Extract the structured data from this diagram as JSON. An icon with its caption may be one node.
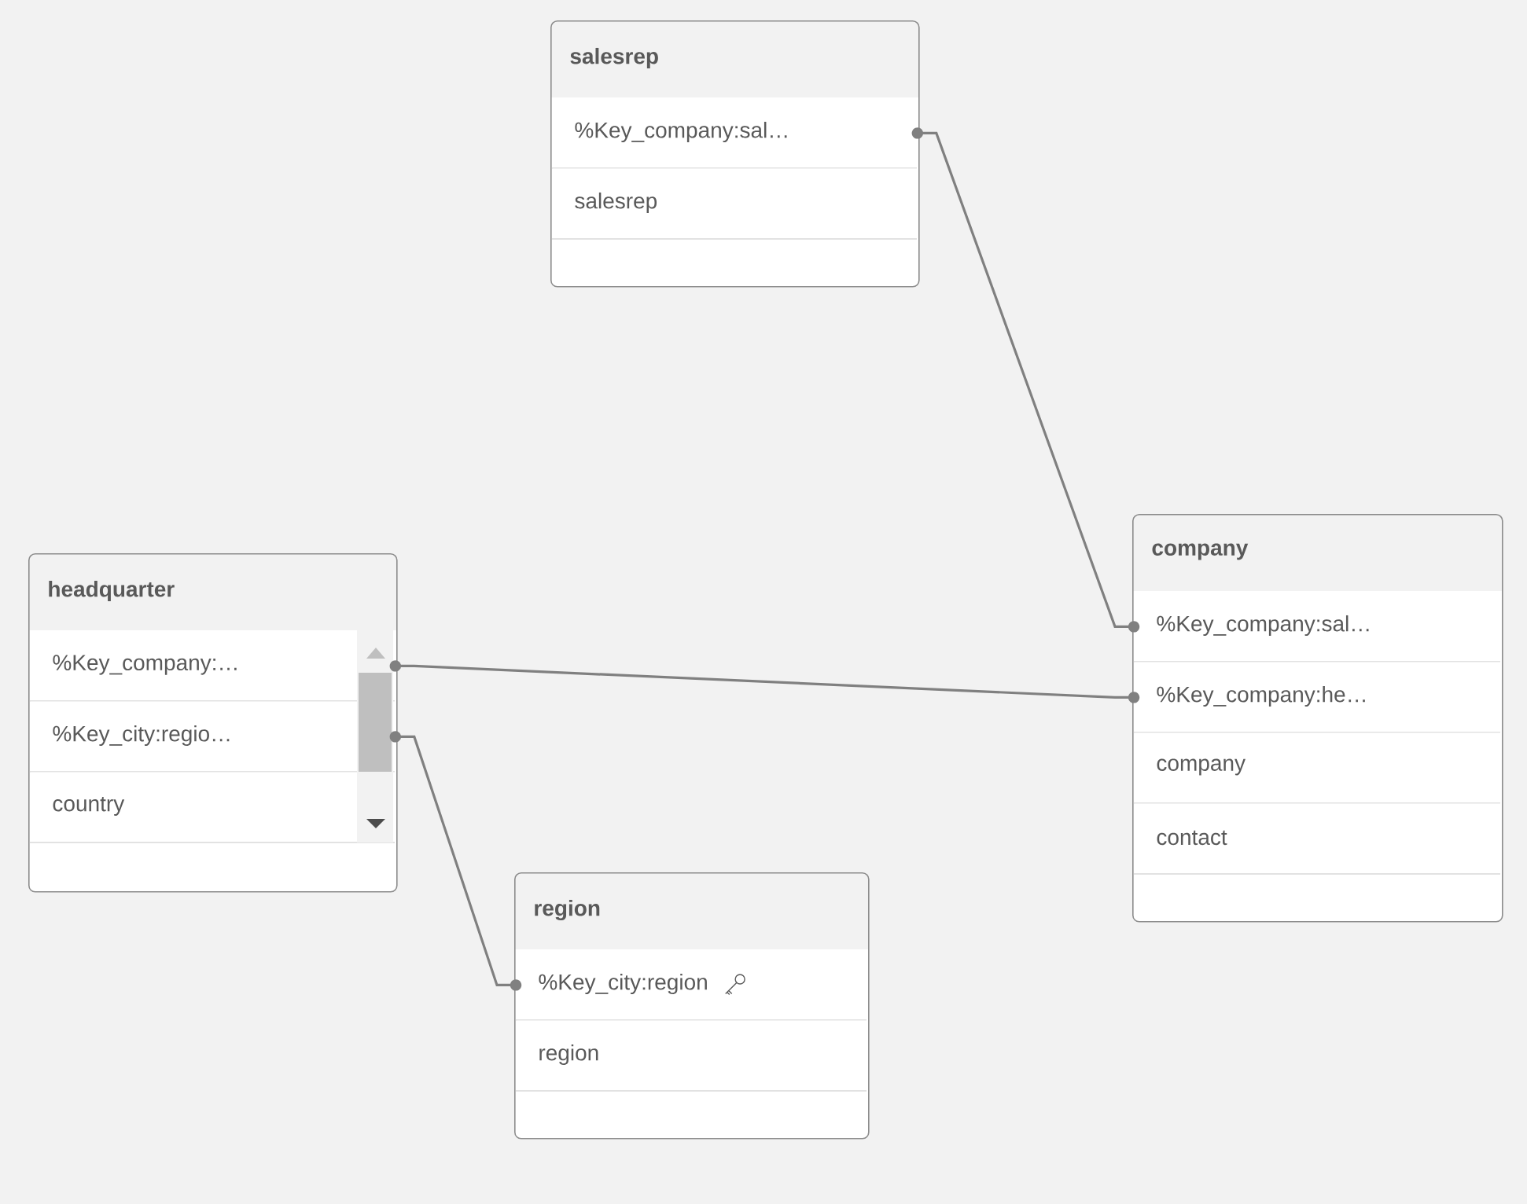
{
  "diagram": {
    "nodes": [
      {
        "text": [
          "salesrep"
        ]
      },
      {
        "text": [
          "%Key_company:sal…"
        ],
        "in": 0
      },
      {
        "text": [
          "salesrep"
        ],
        "in": 0
      },
      {
        "text": [
          "headquarter"
        ]
      },
      {
        "text": [
          "%Key_company:…"
        ],
        "in": 3
      },
      {
        "text": [
          "%Key_city:regio…"
        ],
        "in": 3
      },
      {
        "text": [
          "country"
        ],
        "in": 3
      },
      {
        "text": [
          "company"
        ]
      },
      {
        "text": [
          "%Key_company:sal…"
        ],
        "in": 7
      },
      {
        "text": [
          "%Key_company:he…"
        ],
        "in": 7
      },
      {
        "text": [
          "company"
        ],
        "in": 7
      },
      {
        "text": [
          "contact"
        ],
        "in": 7
      },
      {
        "text": [
          "region"
        ]
      },
      {
        "text": [
          "%Key_city:region"
        ],
        "in": 12
      },
      {
        "text": [
          "region"
        ],
        "in": 12
      }
    ],
    "edges": [
      {
        "from": 1,
        "to": 8,
        "arrow": "other"
      },
      {
        "from": 4,
        "to": 9,
        "arrow": "other"
      },
      {
        "from": 5,
        "to": 13,
        "arrow": "other"
      }
    ]
  }
}
